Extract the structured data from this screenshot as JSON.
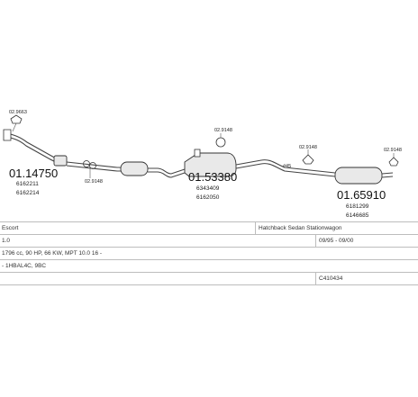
{
  "diagram": {
    "parts": [
      {
        "id": "p1",
        "number": "01.14750",
        "refs": [
          "6162211",
          "6162214"
        ]
      },
      {
        "id": "p2",
        "number": "01.53380",
        "refs": [
          "6343409",
          "6162050"
        ]
      },
      {
        "id": "p3",
        "number": "01.65910",
        "refs": [
          "6181299",
          "6146685"
        ]
      }
    ],
    "fittings": [
      {
        "id": "f1",
        "number": "02.9663"
      },
      {
        "id": "f2",
        "number": "02.9148"
      },
      {
        "id": "f3",
        "number": "02.9148"
      },
      {
        "id": "f4",
        "number": "02.9148"
      },
      {
        "id": "f5",
        "number": "02.9148"
      }
    ],
    "reference_marker": "#45"
  },
  "vehicle": {
    "model": "Escort",
    "body_types": "Hatchback Sedan Stationwagon",
    "engine_size": "1.0",
    "production_dates": "09/95 - 09/00",
    "engine_spec": "1796 cc, 90 HP, 66 KW, MPT 10.0 16 -",
    "engine_code": "- 1HBAL4C, 9BC",
    "catalog_code": "C410434"
  }
}
